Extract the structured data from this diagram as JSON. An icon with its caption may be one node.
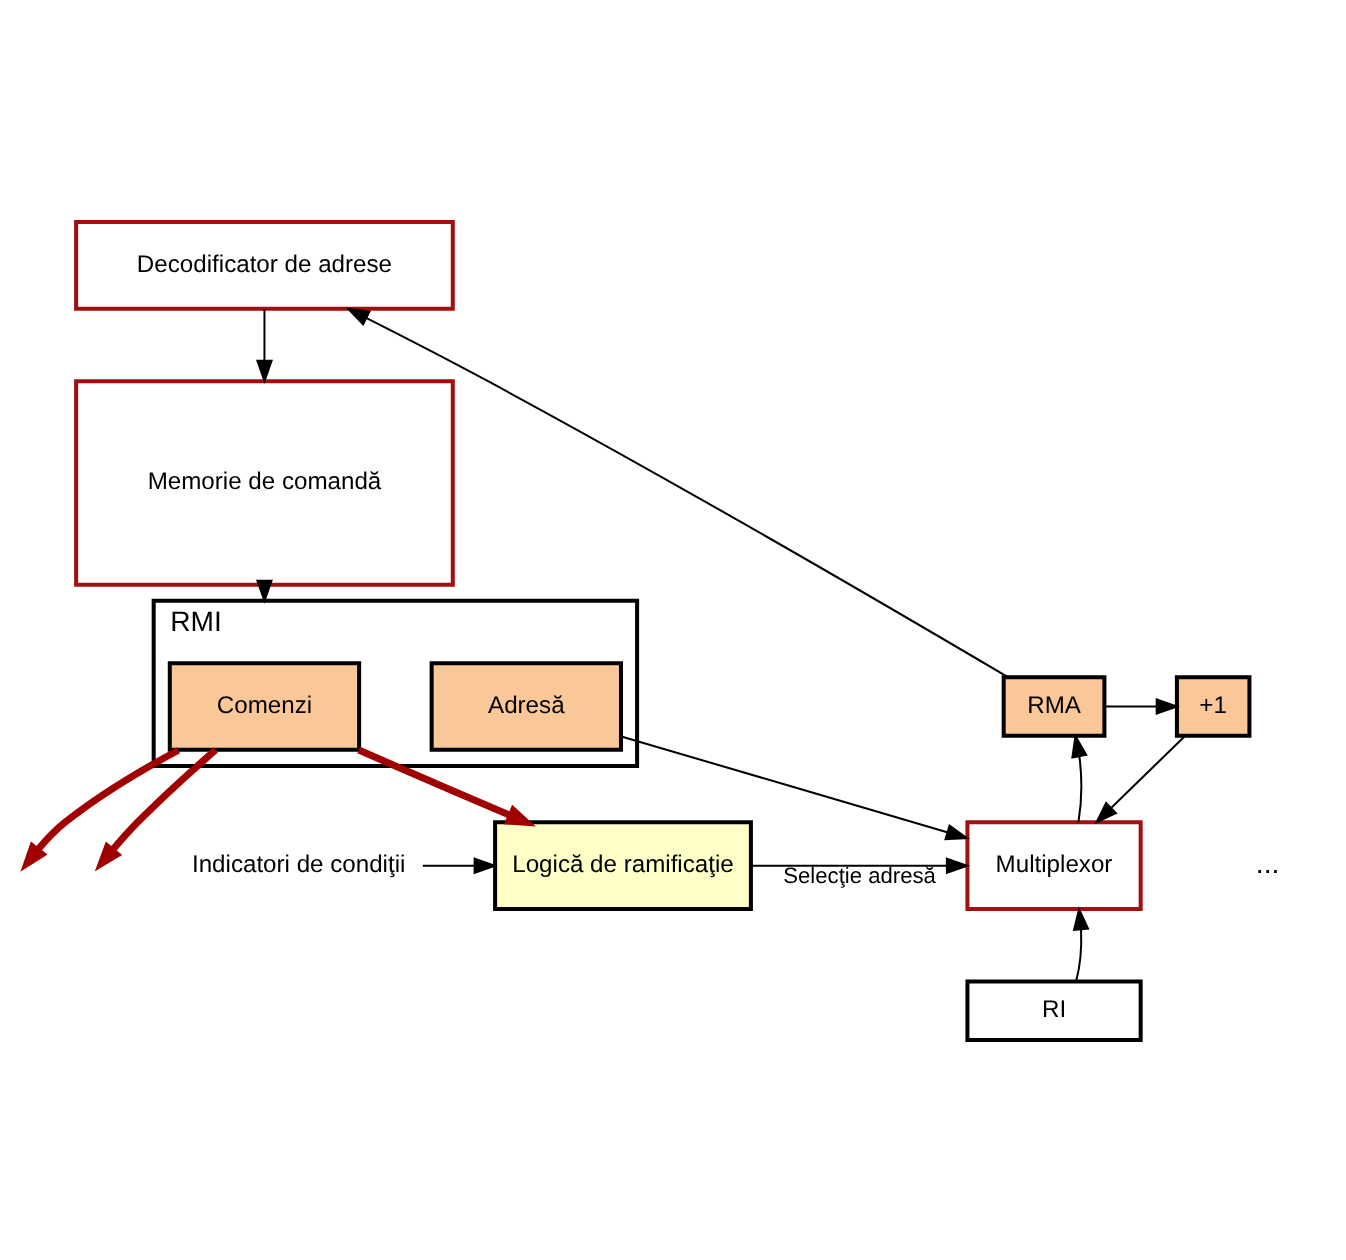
{
  "diagram": {
    "nodes": [
      {
        "text": [
          "Decodificator de adrese"
        ]
      },
      {
        "text": [
          "Memorie de comandă"
        ]
      },
      {
        "text": [
          "RMI"
        ]
      },
      {
        "text": [
          "Comenzi"
        ],
        "in": 2
      },
      {
        "text": [
          "Adresă"
        ],
        "in": 2
      },
      {
        "text": [
          "+1"
        ]
      },
      {
        "text": [
          "RMA"
        ]
      },
      {
        "text": [
          "Indicatori de condiţii"
        ]
      },
      {
        "text": [
          "Logică de ramificaţie"
        ]
      },
      {
        "text": [
          "Multiplexor"
        ]
      },
      {
        "text": [
          "RI"
        ]
      }
    ],
    "edges": [
      {
        "from": 0,
        "to": 1,
        "arrow": "to"
      },
      {
        "from": 1,
        "to": 2,
        "arrow": "to"
      },
      {
        "from": 3,
        "to": null,
        "arrow": "to",
        "style": "thick",
        "color": "#a00000"
      },
      {
        "from": 3,
        "to": null,
        "arrow": "to",
        "style": "thick",
        "color": "#a00000"
      },
      {
        "from": 3,
        "to": 8,
        "arrow": "to",
        "style": "thick",
        "color": "#a00000"
      },
      {
        "from": 4,
        "to": 9,
        "arrow": "to"
      },
      {
        "from": 7,
        "to": 8,
        "arrow": "to"
      },
      {
        "from": 8,
        "to": 9,
        "label": "Selecţie adresă",
        "arrow": "to"
      },
      {
        "from": 10,
        "to": 9,
        "arrow": "to"
      },
      {
        "from": 9,
        "to": 6,
        "arrow": "to"
      },
      {
        "from": 6,
        "to": 5,
        "arrow": "to"
      },
      {
        "from": 5,
        "to": 9,
        "arrow": "to"
      },
      {
        "from": 6,
        "to": 0,
        "arrow": "to"
      }
    ],
    "labels": [
      "..."
    ]
  }
}
